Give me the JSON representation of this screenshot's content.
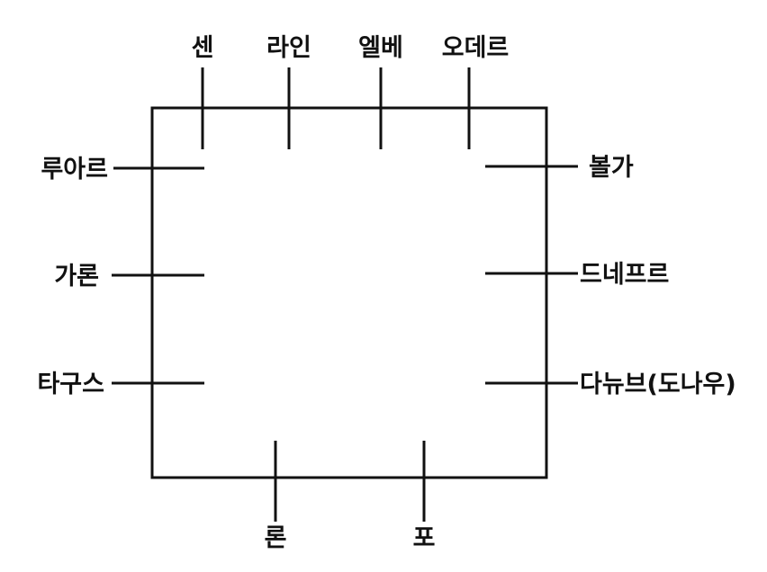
{
  "diagram": {
    "line_color": "#111111",
    "background_color": "#ffffff",
    "labels": {
      "top": [
        "센",
        "라인",
        "엘베",
        "오데르"
      ],
      "left": [
        "루아르",
        "가론",
        "타구스"
      ],
      "right": [
        "볼가",
        "드네프르",
        "다뉴브(도나우)"
      ],
      "bottom": [
        "론",
        "포"
      ]
    }
  }
}
